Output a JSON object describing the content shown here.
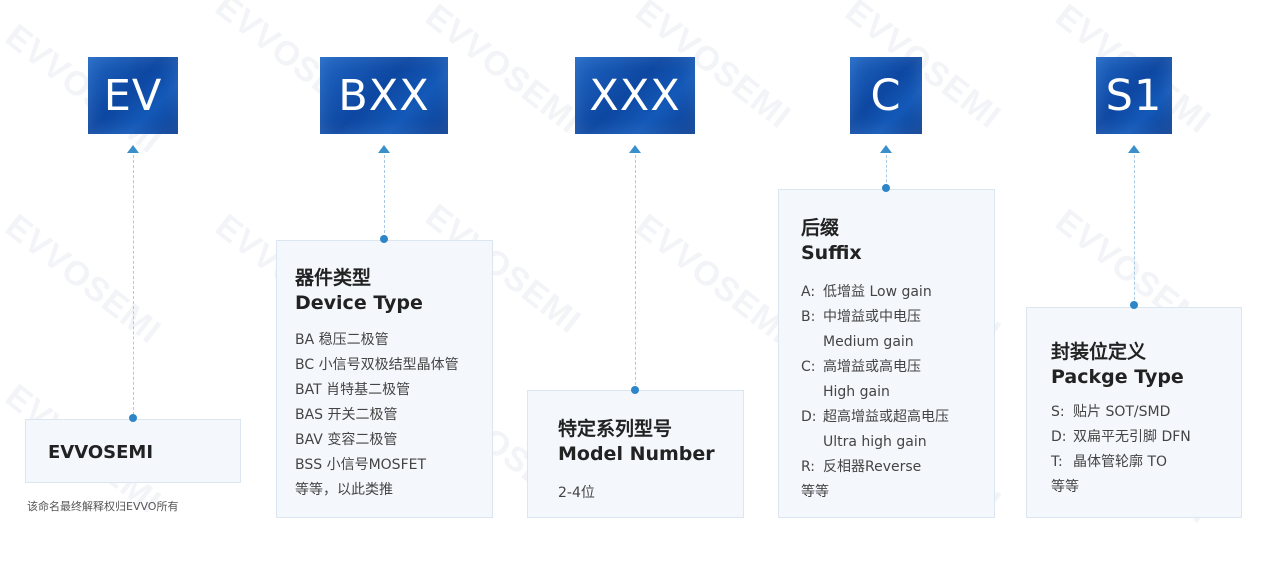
{
  "watermark_text": "EVVOSEMI",
  "segments": [
    {
      "code": "EV"
    },
    {
      "code": "BXX"
    },
    {
      "code": "XXX"
    },
    {
      "code": "C"
    },
    {
      "code": "S1"
    }
  ],
  "cards": {
    "evvosemi": {
      "title": "EVVOSEMI",
      "note": "该命名最终解释权归EVVO所有"
    },
    "device_type": {
      "title_cn": "器件类型",
      "title_en": "Device Type",
      "items": [
        "BA 稳压二极管",
        "BC 小信号双极结型晶体管",
        "BAT 肖特基二极管",
        "BAS 开关二极管",
        "BAV 变容二极管",
        "BSS 小信号MOSFET",
        "等等，以此类推"
      ]
    },
    "model_number": {
      "title_cn": "特定系列型号",
      "title_en": "Model Number",
      "value": "2-4位"
    },
    "suffix": {
      "title_cn": "后缀",
      "title_en": "Suffix",
      "items": [
        {
          "key": "A:",
          "lines": [
            "低增益 Low gain"
          ]
        },
        {
          "key": "B:",
          "lines": [
            "中增益或中电压",
            "Medium gain"
          ]
        },
        {
          "key": "C:",
          "lines": [
            "高增益或高电压",
            "High gain"
          ]
        },
        {
          "key": "D:",
          "lines": [
            "超高增益或超高电压",
            "Ultra high gain"
          ]
        },
        {
          "key": "R:",
          "lines": [
            "反相器Reverse"
          ]
        }
      ],
      "etc": "等等"
    },
    "package_type": {
      "title_cn": "封装位定义",
      "title_en": "Packge Type",
      "items": [
        {
          "key": "S:",
          "text": "贴片 SOT/SMD"
        },
        {
          "key": "D:",
          "text": "双扁平无引脚 DFN"
        },
        {
          "key": "T:",
          "text": "晶体管轮廓 TO"
        }
      ],
      "etc": "等等"
    }
  }
}
